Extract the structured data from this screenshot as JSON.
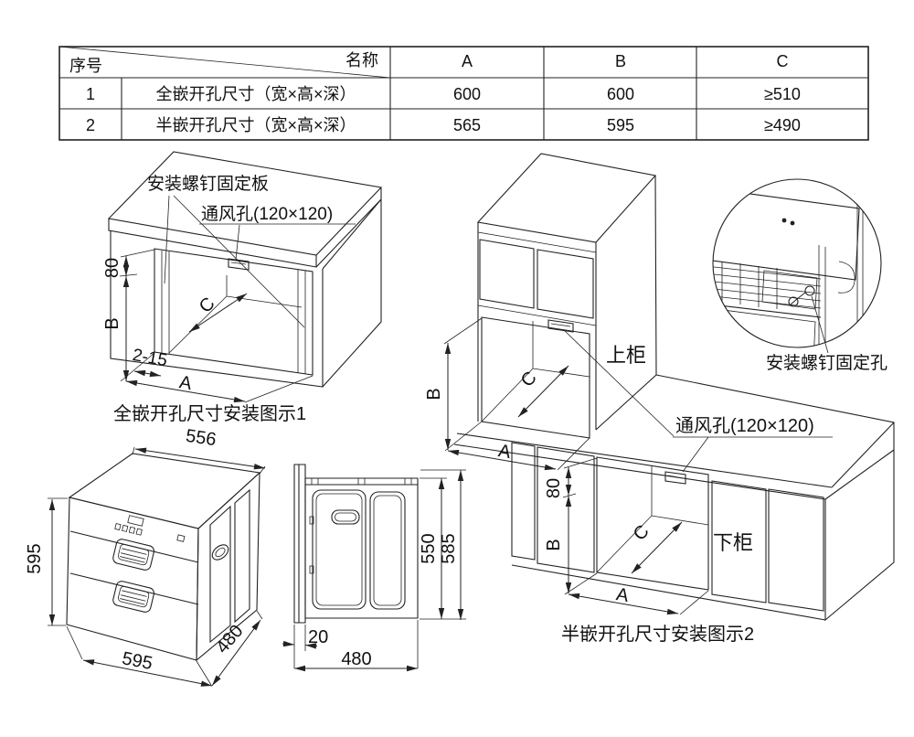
{
  "table": {
    "corner": {
      "row_label": "序号",
      "col_label": "名称"
    },
    "columns": [
      "A",
      "B",
      "C"
    ],
    "rows": [
      {
        "no": "1",
        "name": "全嵌开孔尺寸（宽×高×深）",
        "a": "600",
        "b": "600",
        "c": "≥510"
      },
      {
        "no": "2",
        "name": "半嵌开孔尺寸（宽×高×深）",
        "a": "565",
        "b": "595",
        "c": "≥490"
      }
    ]
  },
  "fig1": {
    "screw_plate_label": "安装螺钉固定板",
    "vent_label": "通风孔(120×120)",
    "dim_80": "80",
    "dim_b": "B",
    "dim_gap": "2-15",
    "dim_a": "A",
    "dim_c": "C",
    "caption": "全嵌开孔尺寸安装图示1"
  },
  "fig2": {
    "dim_top_width": "556",
    "dim_height": "595",
    "dim_bottom_width": "595",
    "dim_depth": "480"
  },
  "fig3": {
    "dim_inner_height": "550",
    "dim_outer_height": "585",
    "dim_front_panel": "20",
    "dim_depth": "480"
  },
  "fig4": {
    "upper_cabinet_label": "上柜",
    "lower_cabinet_label": "下柜",
    "vent_label": "通风孔(120×120)",
    "screw_hole_label": "安装螺钉固定孔",
    "upper_dim_b": "B",
    "upper_dim_c": "C",
    "upper_dim_a": "A",
    "lower_dim_80": "80",
    "lower_dim_b": "B",
    "lower_dim_c": "C",
    "lower_dim_a": "A",
    "caption": "半嵌开孔尺寸安装图示2"
  },
  "colors": {
    "line": "#222222",
    "background": "#ffffff",
    "text": "#111111"
  }
}
